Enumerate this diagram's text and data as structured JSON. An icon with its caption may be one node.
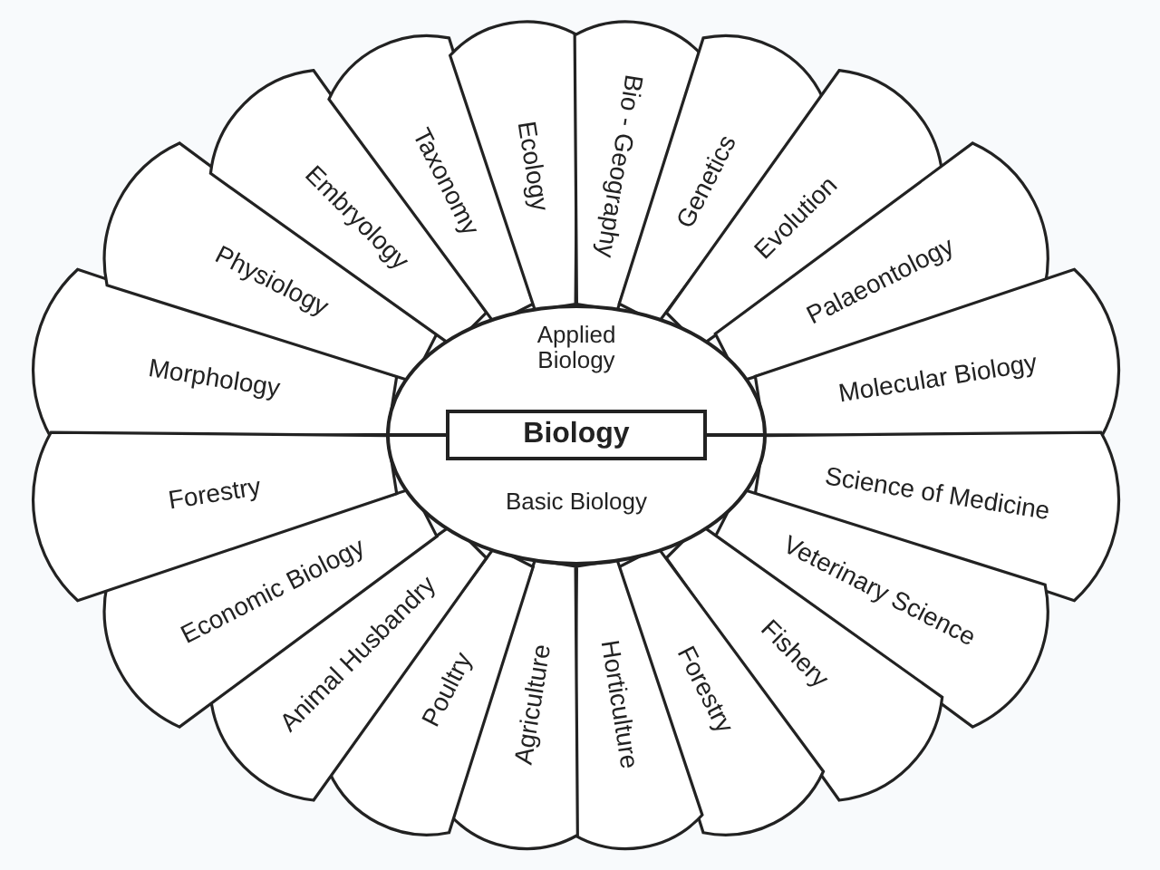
{
  "diagram": {
    "nodes": [
      {
        "text": [
          "Applied Biology",
          "Basic Biology"
        ]
      },
      {
        "text": [
          "Biology"
        ],
        "in": 0
      },
      {
        "text": [
          "Morphology"
        ]
      },
      {
        "text": [
          "Physiology"
        ]
      },
      {
        "text": [
          "Embryology"
        ]
      },
      {
        "text": [
          "Taxonomy"
        ]
      },
      {
        "text": [
          "Ecology"
        ]
      },
      {
        "text": [
          "Bio - Geography"
        ]
      },
      {
        "text": [
          "Genetics"
        ]
      },
      {
        "text": [
          "Evolution"
        ]
      },
      {
        "text": [
          "Palaeontology"
        ]
      },
      {
        "text": [
          "Molecular Biology"
        ]
      },
      {
        "text": [
          "Science of Medicine"
        ]
      },
      {
        "text": [
          "Veterinary Science"
        ]
      },
      {
        "text": [
          "Fishery"
        ]
      },
      {
        "text": [
          "Forestry"
        ]
      },
      {
        "text": [
          "Horticulture"
        ]
      },
      {
        "text": [
          "Agriculture"
        ]
      },
      {
        "text": [
          "Poultry"
        ]
      },
      {
        "text": [
          "Animal Husbandry"
        ]
      },
      {
        "text": [
          "Economic Biology"
        ]
      },
      {
        "text": [
          "Forestry"
        ]
      }
    ]
  }
}
